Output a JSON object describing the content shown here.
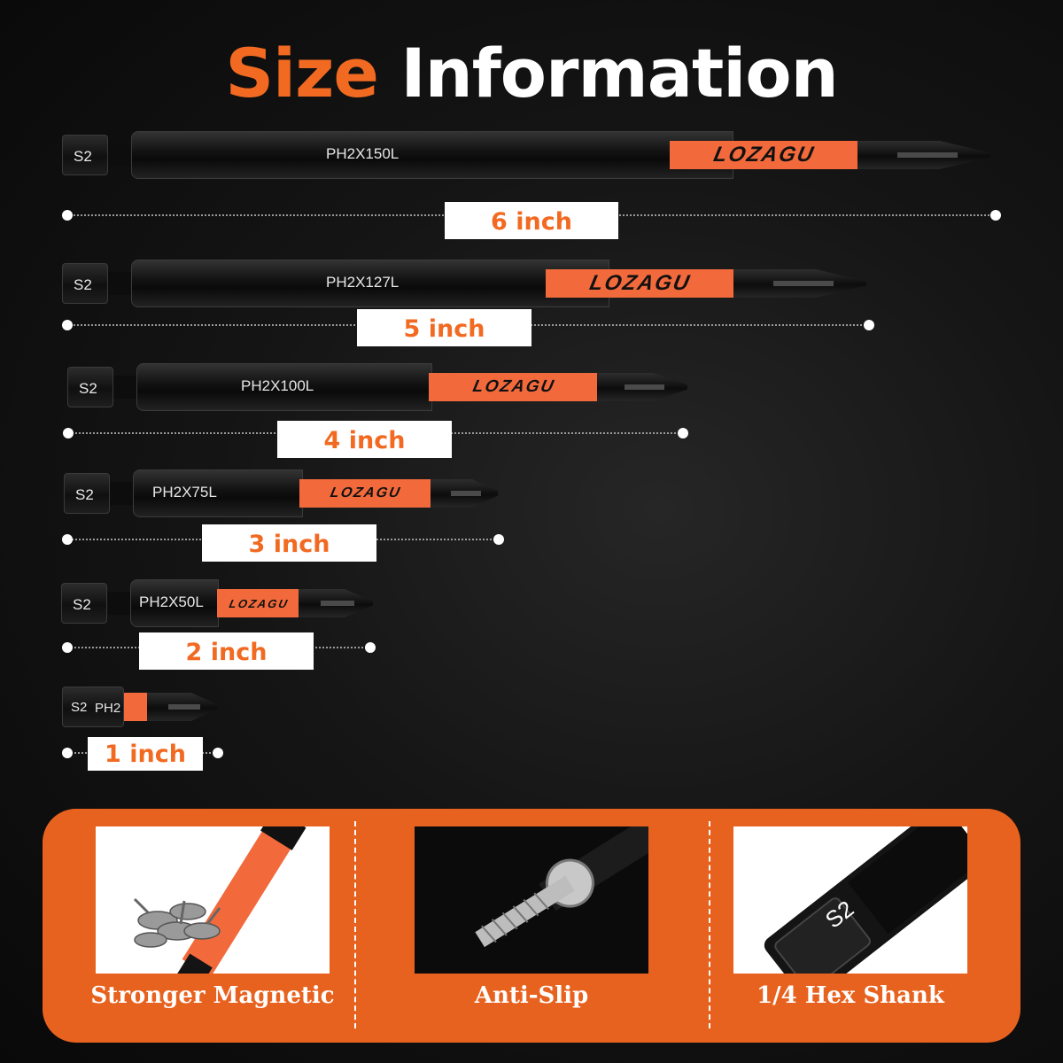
{
  "title": {
    "accent": "Size",
    "rest": "Information"
  },
  "bits": [
    {
      "shank_label": "S2",
      "code": "PH2X150L",
      "logo": "LOZAGU",
      "size_label": "6 inch"
    },
    {
      "shank_label": "S2",
      "code": "PH2X127L",
      "logo": "LOZAGU",
      "size_label": "5 inch"
    },
    {
      "shank_label": "S2",
      "code": "PH2X100L",
      "logo": "LOZAGU",
      "size_label": "4 inch"
    },
    {
      "shank_label": "S2",
      "code": "PH2X75L",
      "logo": "LOZAGU",
      "size_label": "3 inch"
    },
    {
      "shank_label": "S2",
      "code": "PH2X50L",
      "logo": "LOZAGU",
      "size_label": "2 inch"
    },
    {
      "shank_label": "S2",
      "code": "PH2",
      "size_label": "1 inch"
    }
  ],
  "features": [
    {
      "caption": "Stronger Magnetic",
      "icon": "magnetic-screws-photo"
    },
    {
      "caption": "Anti-Slip",
      "icon": "screw-tip-photo"
    },
    {
      "caption": "1/4 Hex Shank",
      "icon": "hex-shank-photo",
      "shank_text": "S2"
    }
  ],
  "colors": {
    "accent": "#f26a21",
    "band": "#f26a3c",
    "panel": "#e8621f"
  }
}
